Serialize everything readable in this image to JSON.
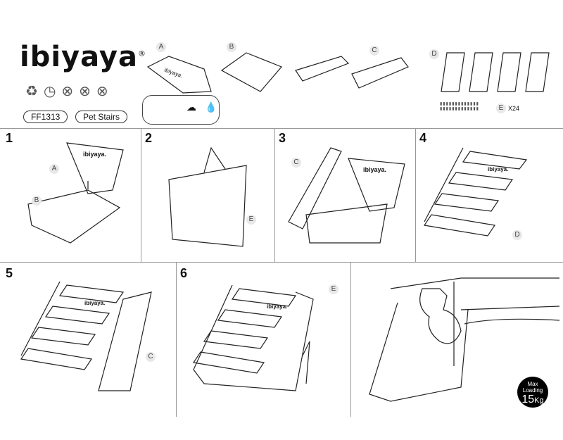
{
  "brand": {
    "name": "ibiyaya",
    "registered": "®"
  },
  "product": {
    "code": "FF1313",
    "name": "Pet Stairs"
  },
  "parts": [
    {
      "label": "A"
    },
    {
      "label": "B"
    },
    {
      "label": "C"
    },
    {
      "label": "D"
    },
    {
      "label": "E",
      "qty": "X24"
    }
  ],
  "steps": [
    {
      "number": "1",
      "labels": [
        "A",
        "B"
      ]
    },
    {
      "number": "2",
      "labels": [
        "E"
      ]
    },
    {
      "number": "3",
      "labels": [
        "C"
      ]
    },
    {
      "number": "4",
      "labels": [
        "D"
      ]
    },
    {
      "number": "5",
      "labels": [
        "C"
      ]
    },
    {
      "number": "6",
      "labels": [
        "E"
      ]
    },
    {
      "number": ""
    }
  ],
  "panel_brand": "ibiyaya.",
  "max_loading": {
    "line1": "Max",
    "line2": "Loading",
    "value": "15",
    "unit": "Kg"
  }
}
